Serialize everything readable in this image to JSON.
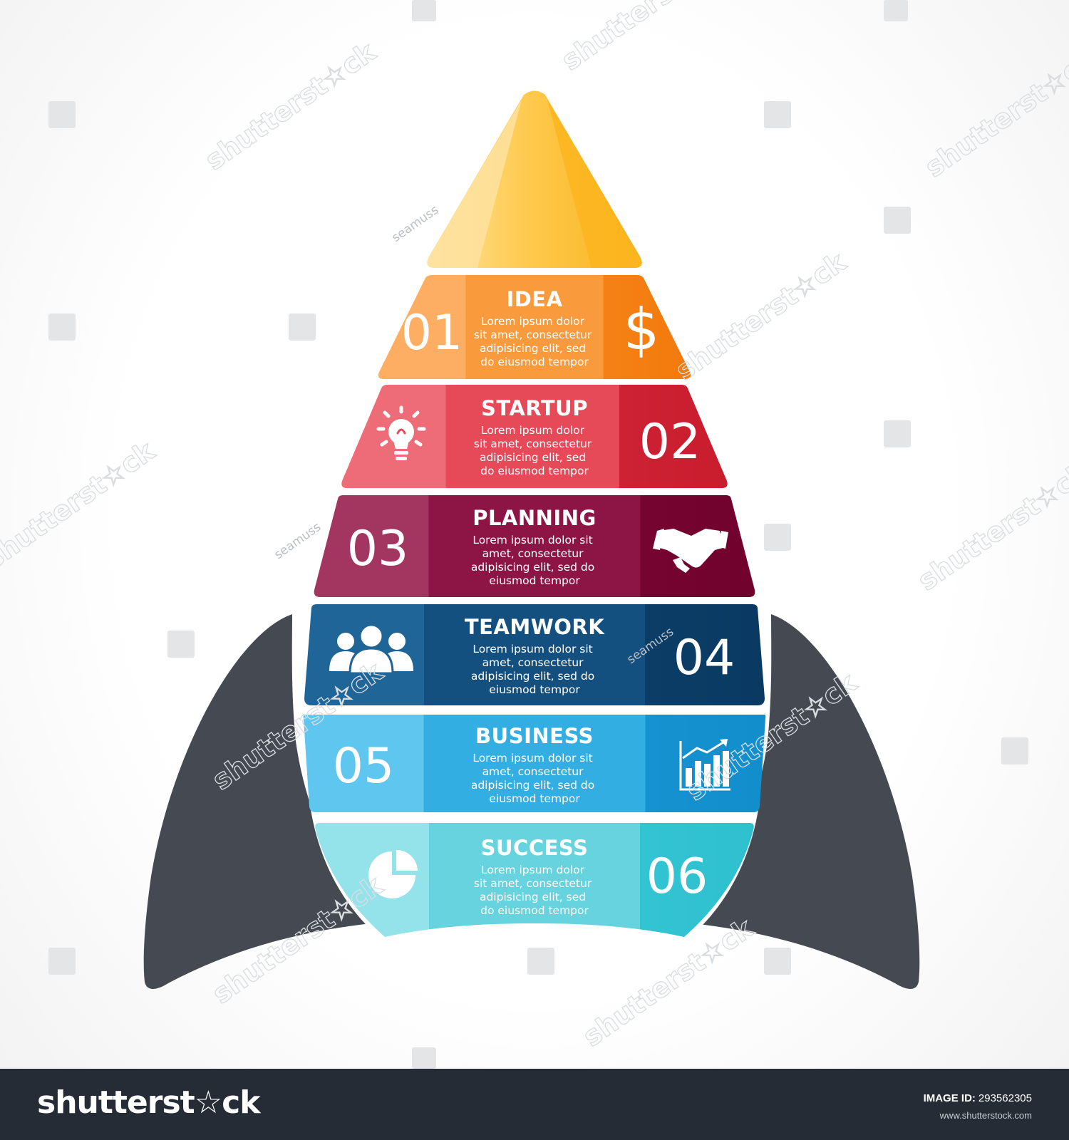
{
  "colors": {
    "background": "#ffffff",
    "fins": "#454a52",
    "nose": "#fbbd2a",
    "footer": "#262c35"
  },
  "segments": [
    {
      "number": "01",
      "title": "IDEA",
      "body": [
        "Lorem ipsum dolor",
        "sit amet, consectetur",
        "adipisicing elit, sed",
        "do eiusmod tempor"
      ],
      "icon": "dollar-icon",
      "color": "#f7941d"
    },
    {
      "number": "02",
      "title": "STARTUP",
      "body": [
        "Lorem ipsum dolor",
        "sit amet, consectetur",
        "adipisicing elit, sed",
        "do eiusmod tempor"
      ],
      "icon": "lightbulb-icon",
      "color": "#e23d4c"
    },
    {
      "number": "03",
      "title": "PLANNING",
      "body": [
        "Lorem ipsum dolor sit",
        "amet, consectetur",
        "adipisicing elit, sed do",
        "eiusmod tempor"
      ],
      "icon": "handshake-icon",
      "color": "#8c1545"
    },
    {
      "number": "04",
      "title": "TEAMWORK",
      "body": [
        "Lorem ipsum dolor sit",
        "amet, consectetur",
        "adipisicing elit, sed do",
        "eiusmod tempor"
      ],
      "icon": "team-icon",
      "color": "#134f7f"
    },
    {
      "number": "05",
      "title": "BUSINESS",
      "body": [
        "Lorem ipsum dolor sit",
        "amet, consectetur",
        "adipisicing elit, sed do",
        "eiusmod tempor"
      ],
      "icon": "bar-chart-icon",
      "color": "#2fa7de"
    },
    {
      "number": "06",
      "title": "SUCCESS",
      "body": [
        "Lorem ipsum dolor",
        "sit amet, consectetur",
        "adipisicing elit, sed",
        "do eiusmod tempor"
      ],
      "icon": "pie-chart-icon",
      "color": "#4bcfdc"
    }
  ],
  "watermark": {
    "brand": "shutterst☆ck",
    "author": "seamuss"
  },
  "footer": {
    "logo": "shutterst☆ck",
    "image_id_label": "IMAGE ID:",
    "image_id": "293562305",
    "url": "www.shutterstock.com"
  }
}
